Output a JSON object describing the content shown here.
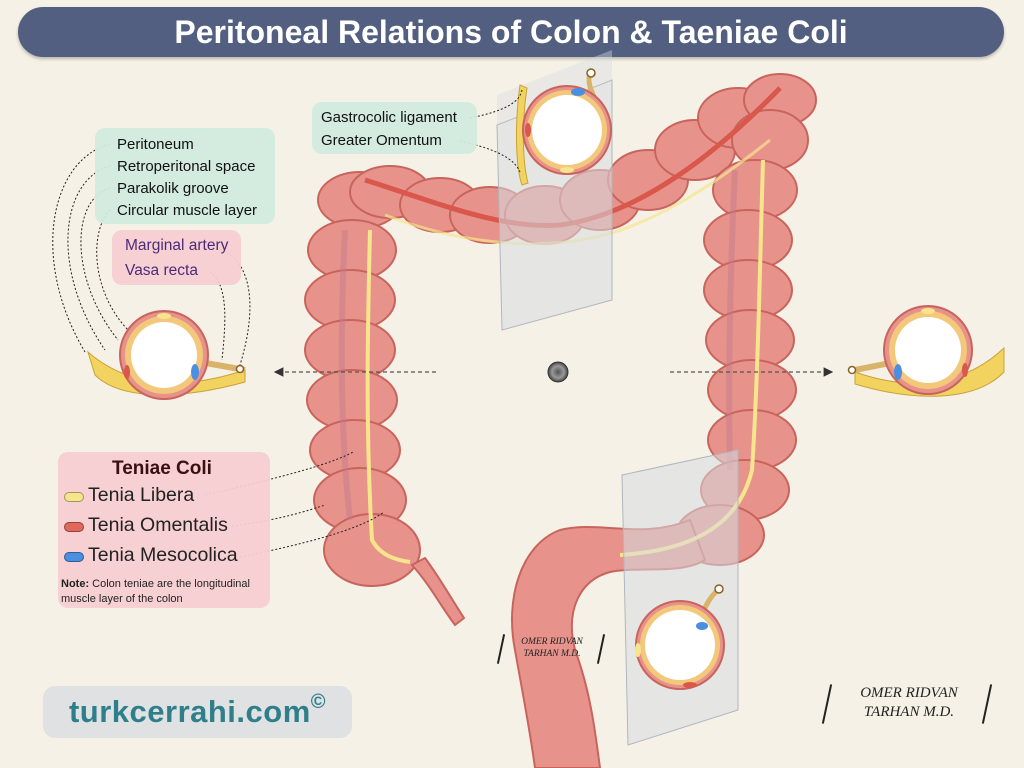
{
  "title": "Peritoneal Relations of Colon  & Taeniae Coli",
  "upper_left_labels": {
    "peritoneum": "Peritoneum",
    "retroperitoneal": "Retroperitonal space",
    "parakolik": "Parakolik groove",
    "circular": "Circular muscle layer"
  },
  "vessel_labels": {
    "marginal": "Marginal artery",
    "vasa_recta": "Vasa recta"
  },
  "omentum_labels": {
    "gastrocolic": "Gastrocolic ligament",
    "greater_omentum": "Greater Omentum"
  },
  "teniae": {
    "title": "Teniae Coli",
    "items": [
      {
        "label": "Tenia Libera",
        "color": "#f6e58d"
      },
      {
        "label": "Tenia Omentalis",
        "color": "#e0675a"
      },
      {
        "label": "Tenia Mesocolica",
        "color": "#4a8fe0"
      }
    ],
    "note_bold": "Note:",
    "note_text": " Colon teniae are the longitudinal muscle layer of the colon"
  },
  "logo": {
    "text": "turkcerrahi.com",
    "mark": "©"
  },
  "signature": {
    "line1": "OMER  RIDVAN",
    "line2": "TARHAN M.D."
  },
  "colors": {
    "title_bg": "#535f80",
    "colon": "#e7938c",
    "colon_dark": "#c9645c",
    "fat": "#f2d35f",
    "peritoneum_wall": "#d9b36a",
    "lumen": "#ffffff",
    "background": "#f5f1e6"
  }
}
